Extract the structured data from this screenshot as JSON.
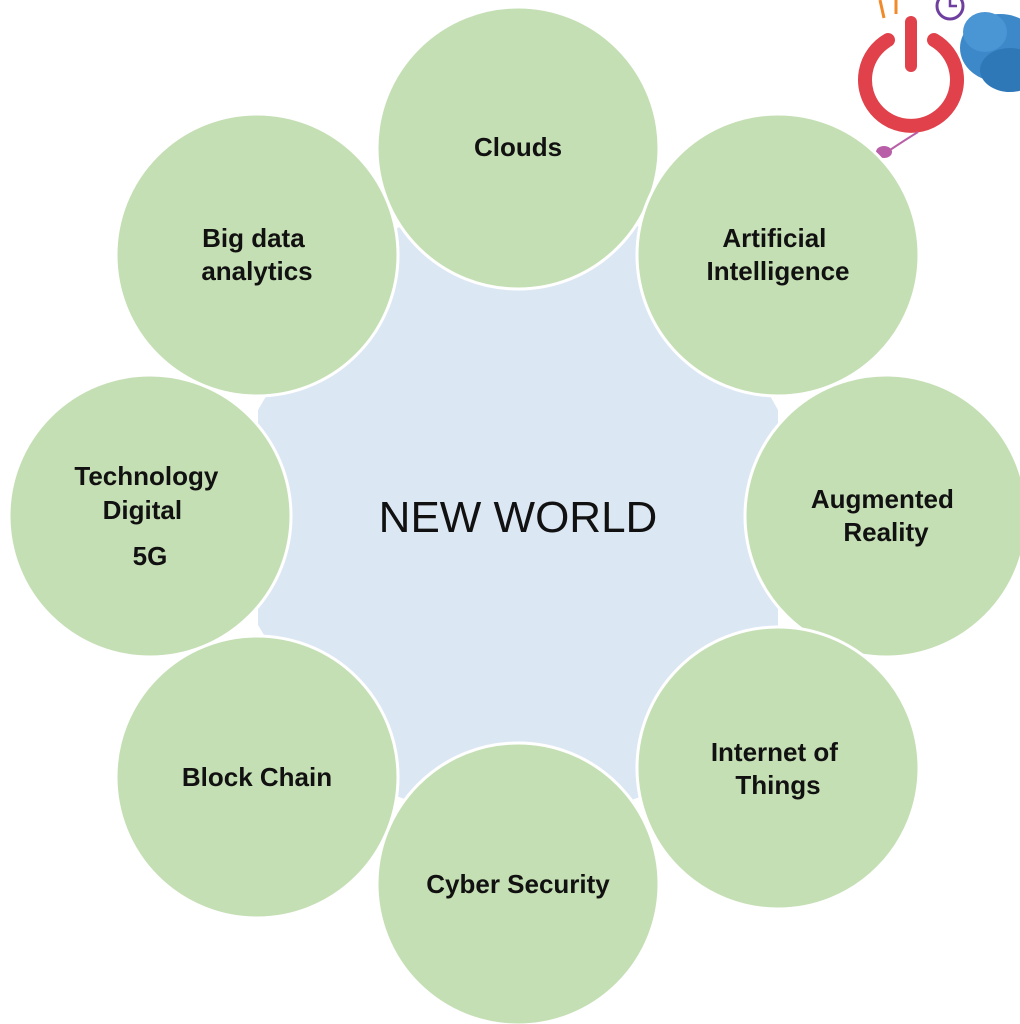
{
  "diagram": {
    "center": {
      "label": "NEW WORLD"
    },
    "nodes": [
      {
        "id": "clouds",
        "lines": [
          "Clouds"
        ]
      },
      {
        "id": "artificial-intelligence",
        "lines": [
          "Artificial",
          "Intelligence"
        ]
      },
      {
        "id": "augmented-reality",
        "lines": [
          "Augmented",
          "Reality"
        ]
      },
      {
        "id": "internet-of-things",
        "lines": [
          "Internet of",
          "Things"
        ]
      },
      {
        "id": "cyber-security",
        "lines": [
          "Cyber Security"
        ]
      },
      {
        "id": "block-chain",
        "lines": [
          "Block Chain"
        ]
      },
      {
        "id": "technology-digital-5g",
        "lines": [
          "Technology",
          "Digital",
          "5G"
        ]
      },
      {
        "id": "big-data-analytics",
        "lines": [
          "Big data",
          "analytics"
        ]
      }
    ],
    "colors": {
      "node_fill": "#c5dfb4",
      "center_fill": "#dce7f4",
      "text": "#111111"
    },
    "corner_image": {
      "icons": [
        "power-icon",
        "clock-icon",
        "cloud-icon",
        "mouse-icon"
      ]
    }
  }
}
